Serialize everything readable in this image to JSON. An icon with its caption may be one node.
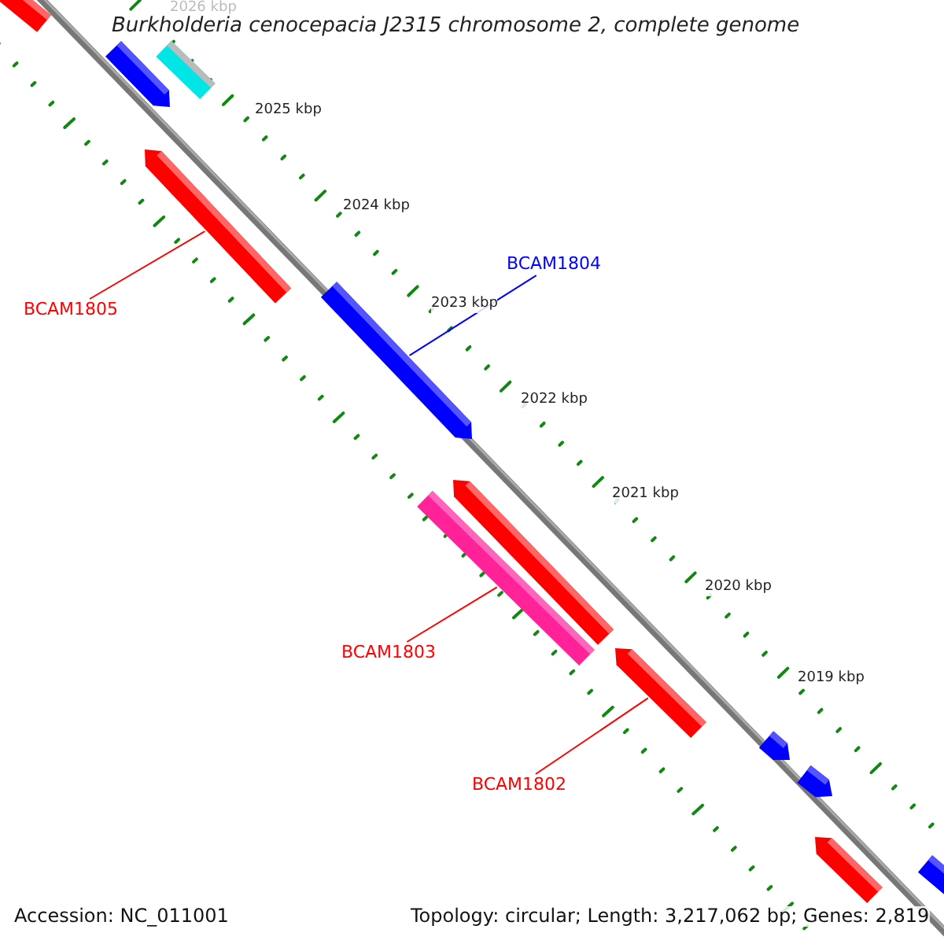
{
  "diagram": {
    "title": "Burkholderia cenocepacia J2315 chromosome 2, complete genome",
    "nodes": [
      {
        "text": [],
        "shape": "bar"
      },
      {
        "text": [],
        "shape": "bar"
      },
      {
        "text": [],
        "shape": "bar"
      },
      {
        "text": [
          "BCAM1805"
        ]
      },
      {
        "text": [],
        "shape": "bar"
      },
      {
        "text": [
          "BCAM1804"
        ]
      },
      {
        "text": [],
        "shape": "bar"
      },
      {
        "text": [],
        "shape": "bar"
      },
      {
        "text": [],
        "shape": "bar"
      },
      {
        "text": [
          "BCAM1803"
        ]
      },
      {
        "text": [],
        "shape": "bar"
      },
      {
        "text": [
          "BCAM1802"
        ]
      },
      {
        "text": [],
        "shape": "bar"
      },
      {
        "text": [],
        "shape": "bar"
      },
      {
        "text": [],
        "shape": "bar"
      },
      {
        "text": [],
        "shape": "bar"
      }
    ],
    "edges": [
      {
        "from": 3,
        "to": 4,
        "arrow": "none"
      },
      {
        "from": 5,
        "to": 6,
        "arrow": "none",
        "color": "#0000ff"
      },
      {
        "from": 9,
        "to": 8,
        "arrow": "none"
      },
      {
        "from": 11,
        "to": 10,
        "arrow": "none"
      }
    ],
    "labels": [
      "2026 kbp",
      "2025 kbp",
      "2024 kbp",
      "2023 kbp",
      "2022 kbp",
      "2021 kbp",
      "2020 kbp",
      "2019 kbp",
      "Accession: NC_011001",
      "Topology: circular; Length: 3,217,062 bp; Genes: 2,819"
    ]
  }
}
